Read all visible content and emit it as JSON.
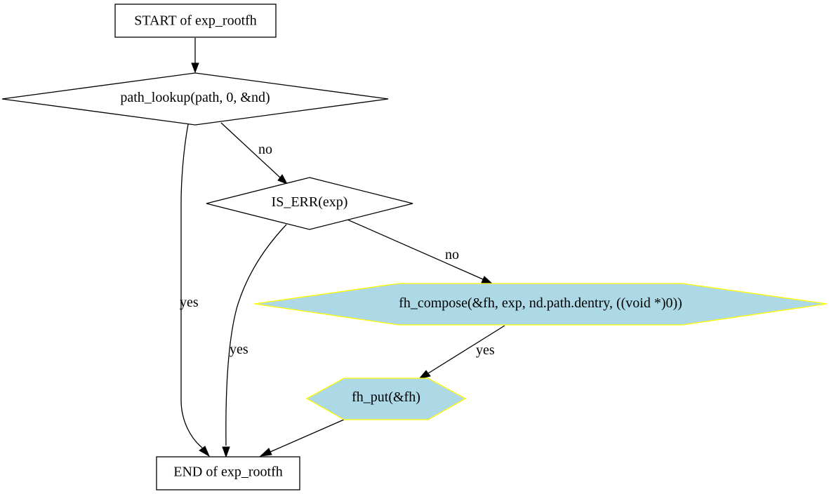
{
  "colors": {
    "process_fill": "#add8e6",
    "process_stroke": "#ffff00",
    "line": "#000000"
  },
  "nodes": {
    "start": {
      "label": "START of exp_rootfh"
    },
    "path_lookup": {
      "label": "path_lookup(path, 0, &nd)"
    },
    "is_err": {
      "label": "IS_ERR(exp)"
    },
    "fh_compose": {
      "label": "fh_compose(&fh, exp, nd.path.dentry, ((void *)0))"
    },
    "fh_put": {
      "label": "fh_put(&fh)"
    },
    "end": {
      "label": "END of exp_rootfh"
    }
  },
  "edges": {
    "path_lookup_no": {
      "label": "no"
    },
    "path_lookup_yes": {
      "label": "yes"
    },
    "is_err_no": {
      "label": "no"
    },
    "is_err_yes": {
      "label": "yes"
    },
    "fh_compose_yes": {
      "label": "yes"
    }
  }
}
